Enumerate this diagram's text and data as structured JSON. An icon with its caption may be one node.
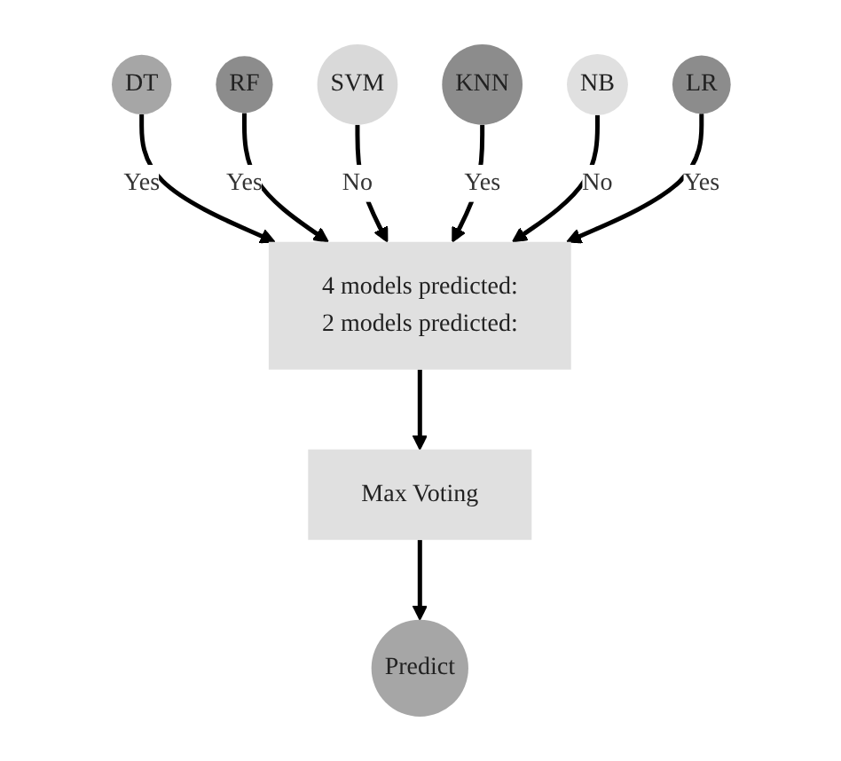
{
  "diagram": {
    "nodes": [
      {
        "text": [
          "DT"
        ]
      },
      {
        "text": [
          "RF"
        ]
      },
      {
        "text": [
          "SVM"
        ]
      },
      {
        "text": [
          "KNN"
        ]
      },
      {
        "text": [
          "NB"
        ]
      },
      {
        "text": [
          "LR"
        ]
      },
      {
        "text": [
          "4 models predicted:",
          "2 models predicted:"
        ]
      },
      {
        "text": [
          "Max Voting"
        ]
      },
      {
        "text": [
          "Predict"
        ]
      }
    ],
    "edges": [
      {
        "from": 0,
        "to": 6,
        "arrow": "to",
        "label": "Yes"
      },
      {
        "from": 1,
        "to": 6,
        "arrow": "to",
        "label": "Yes"
      },
      {
        "from": 2,
        "to": 6,
        "arrow": "to",
        "label": "No"
      },
      {
        "from": 3,
        "to": 6,
        "arrow": "to",
        "label": "Yes"
      },
      {
        "from": 4,
        "to": 6,
        "arrow": "to",
        "label": "No"
      },
      {
        "from": 5,
        "to": 6,
        "arrow": "to",
        "label": "Yes"
      },
      {
        "from": 6,
        "to": 7,
        "arrow": "to"
      },
      {
        "from": 7,
        "to": 8,
        "arrow": "to"
      }
    ]
  }
}
